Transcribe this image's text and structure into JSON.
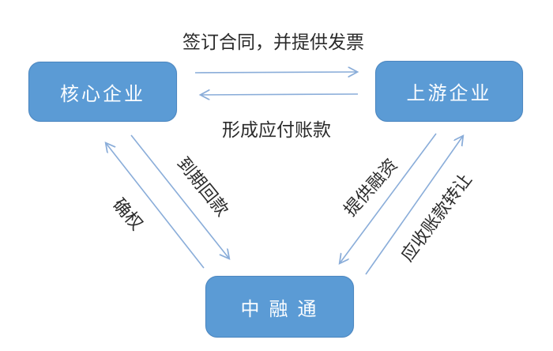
{
  "diagram": {
    "type": "flow-diagram",
    "nodes": {
      "core": {
        "label": "核心企业"
      },
      "upstream": {
        "label": "上游企业"
      },
      "platform": {
        "label": "中 融 通"
      }
    },
    "edges": {
      "sign_contract": {
        "label": "签订合同，并提供发票",
        "from": "核心企业",
        "to": "上游企业"
      },
      "form_payable": {
        "label": "形成应付账款",
        "from": "上游企业",
        "to": "核心企业"
      },
      "confirm_right": {
        "label": "确权",
        "from": "中融通",
        "to": "核心企业"
      },
      "maturity_repayment": {
        "label": "到期回款",
        "from": "核心企业",
        "to": "中融通"
      },
      "provide_financing": {
        "label": "提供融资",
        "from": "上游企业",
        "to": "中融通"
      },
      "receivable_transfer": {
        "label": "应收账款转让",
        "from": "中融通",
        "to": "上游企业"
      }
    },
    "colors": {
      "background": "#ffffff",
      "node_fill": "#5b9bd5",
      "node_border": "#4a86c0",
      "node_text": "#fbfdff",
      "arrow": "#8aadd9",
      "label_text": "#2b2b2b"
    }
  }
}
